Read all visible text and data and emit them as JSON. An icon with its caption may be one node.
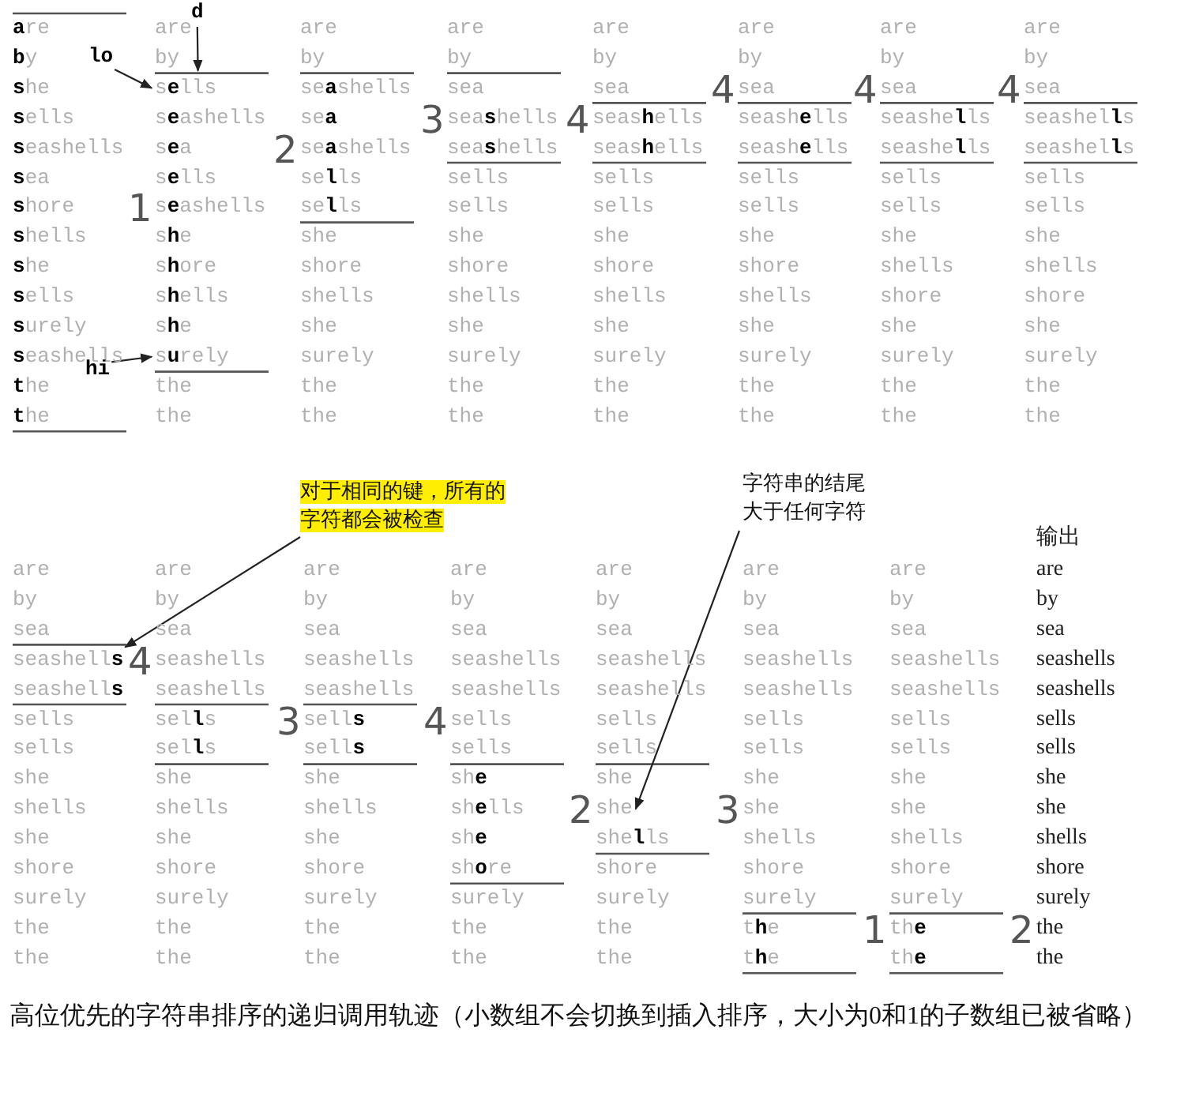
{
  "diagram": {
    "caption": "高位优先的字符串排序的递归调用轨迹（小数组不会切换到插入排序，大小为0和1的子数组已被省略）",
    "nodes": [
      {
        "text": [
          "d"
        ]
      },
      {
        "text": [
          "lo"
        ]
      },
      {
        "text": [
          "hi"
        ]
      },
      {
        "text": [
          "对于相同的键，所有的字符都会被检查"
        ]
      },
      {
        "text": [
          "字符串的结尾大于任何字符"
        ]
      },
      {
        "text": [
          "s**e**lls"
        ]
      },
      {
        "text": [
          "s**u**rely"
        ]
      },
      {
        "text": [
          "seashell**s**"
        ]
      },
      {
        "text": [
          "she"
        ]
      }
    ],
    "edges": [
      {
        "from": 0,
        "to": 5,
        "arrow": "to"
      },
      {
        "from": 1,
        "to": 5,
        "arrow": "to"
      },
      {
        "from": 2,
        "to": 6,
        "arrow": "to"
      },
      {
        "from": 3,
        "to": 7,
        "arrow": "to"
      },
      {
        "from": 4,
        "to": 8,
        "arrow": "to"
      }
    ],
    "labels": [
      "**a**re",
      "are",
      "are",
      "are",
      "are",
      "are",
      "are",
      "are",
      "**b**y",
      "by",
      "by",
      "by",
      "by",
      "by",
      "by",
      "by",
      "**s**he",
      "se**a**shells",
      "sea",
      "sea",
      "sea",
      "sea",
      "sea",
      "**s**ells",
      "s**e**ashells",
      "se**a**",
      "sea**s**hells",
      "seas**h**ells",
      "seash**e**lls",
      "seashe**l**ls",
      "seashel**l**s",
      "**s**eashells",
      "s**e**a",
      "se**a**shells",
      "sea**s**hells",
      "seas**h**ells",
      "seash**e**lls",
      "seashe**l**ls",
      "seashel**l**s",
      "**s**ea",
      "s**e**lls",
      "se**l**ls",
      "sells",
      "sells",
      "sells",
      "sells",
      "sells",
      "**s**hore",
      "s**e**ashells",
      "se**l**ls",
      "sells",
      "sells",
      "sells",
      "sells",
      "sells",
      "**s**hells",
      "s**h**e",
      "she",
      "she",
      "she",
      "she",
      "she",
      "she",
      "**s**he",
      "s**h**ore",
      "shore",
      "shore",
      "shore",
      "shore",
      "shells",
      "shells",
      "**s**ells",
      "s**h**ells",
      "shells",
      "shells",
      "shells",
      "shells",
      "shore",
      "shore",
      "**s**urely",
      "s**h**e",
      "she",
      "she",
      "she",
      "she",
      "she",
      "she",
      "**s**eashells",
      "surely",
      "surely",
      "surely",
      "surely",
      "surely",
      "surely",
      "**t**he",
      "the",
      "the",
      "the",
      "the",
      "the",
      "the",
      "the",
      "**t**he",
      "the",
      "the",
      "the",
      "the",
      "the",
      "the",
      "the",
      "1",
      "2",
      "3",
      "4",
      "4",
      "4",
      "4",
      "输出",
      "are",
      "are",
      "are",
      "are",
      "are",
      "are",
      "are",
      "are",
      "by",
      "by",
      "by",
      "by",
      "by",
      "by",
      "by",
      "by",
      "sea",
      "sea",
      "sea",
      "sea",
      "sea",
      "sea",
      "sea",
      "sea",
      "seashells",
      "seashells",
      "seashells",
      "seashells",
      "seashells",
      "seashells",
      "seashells",
      "seashell**s**",
      "seashells",
      "seashells",
      "seashells",
      "seashells",
      "seashells",
      "seashells",
      "seashells",
      "sells",
      "sel**l**s",
      "sell**s**",
      "sells",
      "sells",
      "sells",
      "sells",
      "sells",
      "sells",
      "sel**l**s",
      "sell**s**",
      "sells",
      "sells",
      "sells",
      "sells",
      "sells",
      "she",
      "she",
      "she",
      "sh**e**",
      "she",
      "she",
      "she",
      "she",
      "shells",
      "shells",
      "shells",
      "sh**e**lls",
      "she",
      "she",
      "she",
      "she",
      "she",
      "she",
      "sh**e**",
      "she**l**ls",
      "shells",
      "shells",
      "shells",
      "shore",
      "shore",
      "shore",
      "sh**o**re",
      "shore",
      "shore",
      "shore",
      "shore",
      "surely",
      "surely",
      "surely",
      "surely",
      "surely",
      "surely",
      "surely",
      "surely",
      "the",
      "the",
      "the",
      "the",
      "the",
      "t**h**e",
      "th**e**",
      "the",
      "the",
      "the",
      "the",
      "the",
      "the",
      "t**h**e",
      "th**e**",
      "the",
      "4",
      "3",
      "4",
      "2",
      "3",
      "1",
      "2"
    ]
  }
}
